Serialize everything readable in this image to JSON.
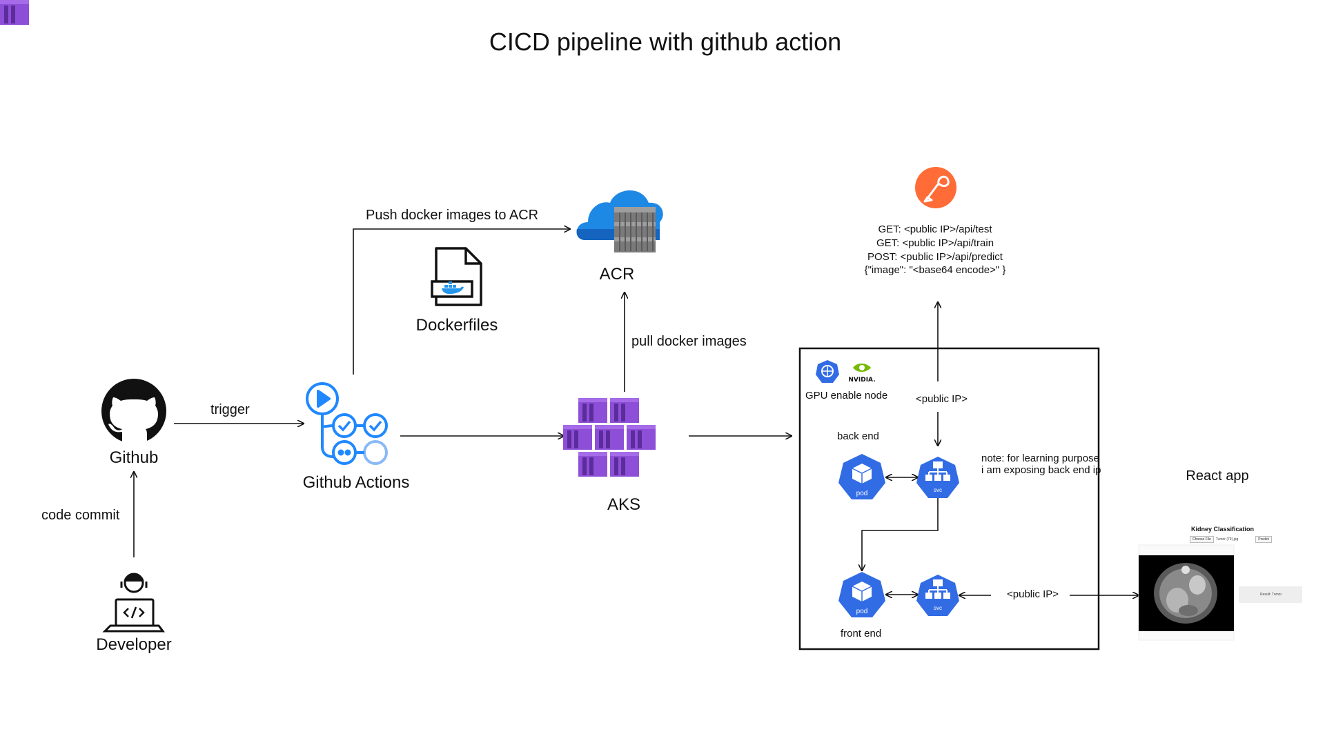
{
  "title": "CICD pipeline with github action",
  "nodes": {
    "github": {
      "label": "Github",
      "icon": "github-icon"
    },
    "developer": {
      "label": "Developer",
      "icon": "developer-laptop-icon"
    },
    "github_actions": {
      "label": "Github Actions",
      "icon": "github-actions-icon"
    },
    "dockerfiles": {
      "label": "Dockerfiles",
      "icon": "dockerfile-icon"
    },
    "acr": {
      "label": "ACR",
      "icon": "azure-container-registry-icon"
    },
    "aks": {
      "label": "AKS",
      "icon": "azure-kubernetes-service-icon"
    },
    "postman": {
      "icon": "postman-icon"
    },
    "react_app": {
      "label": "React app"
    }
  },
  "edges": {
    "trigger": "trigger",
    "code_commit": "code commit",
    "push": "Push docker images to ACR",
    "pull": "pull docker images"
  },
  "api": {
    "get_test": "GET: <public IP>/api/test",
    "get_train": "GET: <public IP>/api/train",
    "post_predict": "POST: <public IP>/api/predict",
    "payload": "{\"image\": \"<base64 encode>\" }"
  },
  "cluster": {
    "gpu_label": "GPU enable node",
    "nvidia_label": "NVIDIA.",
    "public_ip_top": "<public IP>",
    "public_ip_bottom": "<public IP>",
    "back_end": "back end",
    "front_end": "front end",
    "note": "note: for learning purpose i am exposing back end ip",
    "pod": "pod",
    "svc": "svc"
  },
  "react_preview": {
    "heading": "Kidney Classification",
    "button_choose": "Choose File",
    "file_name": "Tumor (79).jpg",
    "button_predict": "Predict",
    "result": "Result: Tumor"
  },
  "colors": {
    "k8s_blue": "#326CE5",
    "github_actions_blue": "#2088FF",
    "aks_purple": "#7B3FC4",
    "azure_blue": "#1E88E5",
    "postman_orange": "#FF6C37",
    "nvidia_green": "#76B900"
  }
}
